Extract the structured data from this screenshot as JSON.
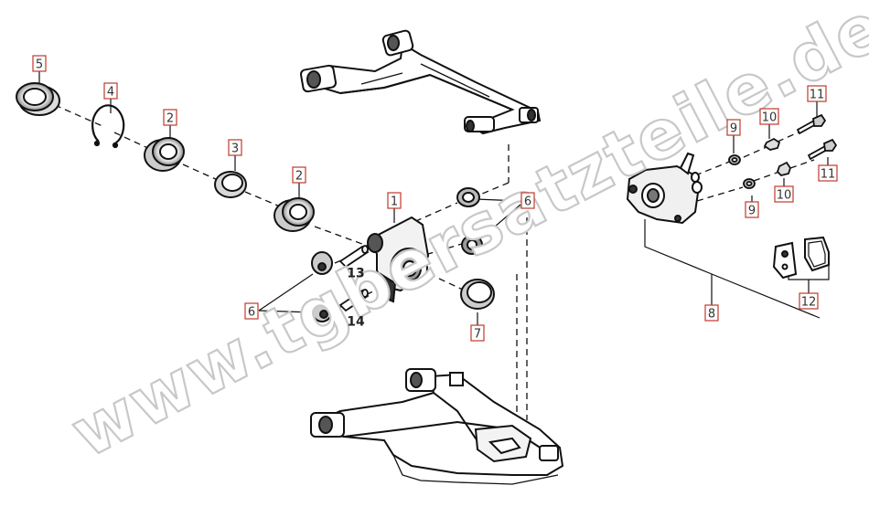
{
  "diagram": {
    "watermark": "www.tgbersatzteile.de",
    "callouts": [
      {
        "id": "c5",
        "label": "5",
        "boxed": true
      },
      {
        "id": "c4",
        "label": "4",
        "boxed": true
      },
      {
        "id": "c2a",
        "label": "2",
        "boxed": true
      },
      {
        "id": "c3",
        "label": "3",
        "boxed": true
      },
      {
        "id": "c2b",
        "label": "2",
        "boxed": true
      },
      {
        "id": "c1",
        "label": "1",
        "boxed": true
      },
      {
        "id": "c6a",
        "label": "6",
        "boxed": true
      },
      {
        "id": "c6b",
        "label": "6",
        "boxed": true
      },
      {
        "id": "c7",
        "label": "7",
        "boxed": true
      },
      {
        "id": "c13",
        "label": "13",
        "boxed": false
      },
      {
        "id": "c14",
        "label": "14",
        "boxed": false
      },
      {
        "id": "c9a",
        "label": "9",
        "boxed": true
      },
      {
        "id": "c9b",
        "label": "9",
        "boxed": true
      },
      {
        "id": "c10a",
        "label": "10",
        "boxed": true
      },
      {
        "id": "c10b",
        "label": "10",
        "boxed": true
      },
      {
        "id": "c11a",
        "label": "11",
        "boxed": true
      },
      {
        "id": "c11b",
        "label": "11",
        "boxed": true
      },
      {
        "id": "c8",
        "label": "8",
        "boxed": true
      },
      {
        "id": "c12",
        "label": "12",
        "boxed": true
      }
    ],
    "colors": {
      "line": "#111111",
      "callout_border": "#c0392b",
      "callout_text": "#333333",
      "watermark_stroke": "#c8c8c8"
    }
  }
}
